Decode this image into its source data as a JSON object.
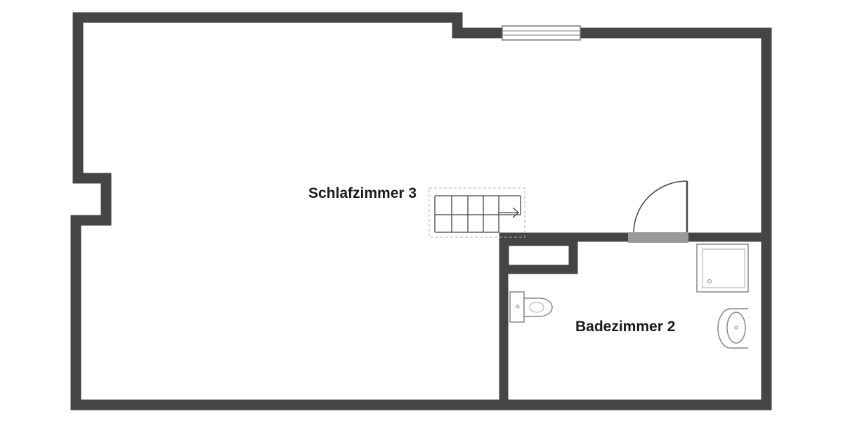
{
  "floorplan": {
    "rooms": [
      {
        "id": "schlafzimmer-3",
        "label": "Schlafzimmer 3"
      },
      {
        "id": "badezimmer-2",
        "label": "Badezimmer 2"
      }
    ],
    "fixtures": [
      "stairs",
      "door",
      "window",
      "shower",
      "toilet",
      "washbasin"
    ],
    "colors": {
      "wall": "#454545",
      "door_threshold": "#999999",
      "fixture_line": "#888888",
      "background": "#ffffff"
    }
  }
}
